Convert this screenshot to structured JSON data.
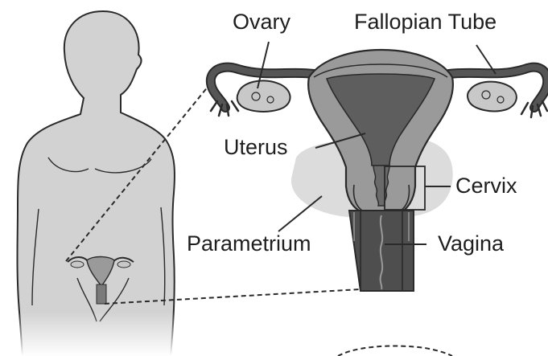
{
  "labels": {
    "ovary": "Ovary",
    "fallopian_tube": "Fallopian Tube",
    "uterus": "Uterus",
    "cervix": "Cervix",
    "parametrium": "Parametrium",
    "vagina": "Vagina"
  },
  "colors": {
    "body_fill": "#d2d2d2",
    "outline": "#2a2a2a",
    "parametrium_fill": "#dcdcdc",
    "uterus_wall": "#9a9a9a",
    "uterus_cavity": "#5e5e5e",
    "tube_dark": "#4a4a4a",
    "ovary_fill": "#c8c8c8"
  },
  "icons": [
    "human-torso-silhouette",
    "female-reproductive-organs"
  ]
}
